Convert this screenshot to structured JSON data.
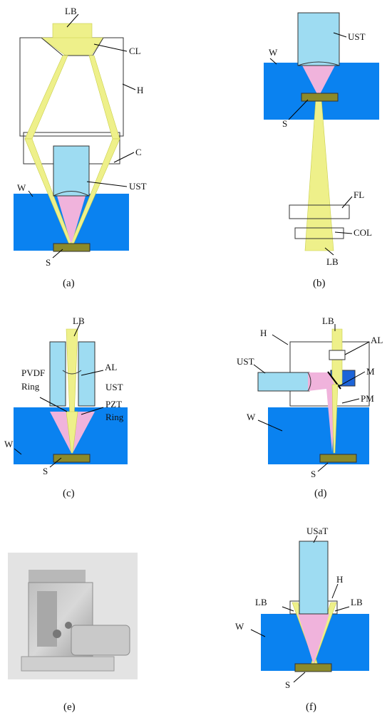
{
  "panels": {
    "a": {
      "caption": "(a)",
      "labels": {
        "lb": "LB",
        "cl": "CL",
        "h": "H",
        "c": "C",
        "ust": "UST",
        "w": "W",
        "s": "S"
      }
    },
    "b": {
      "caption": "(b)",
      "labels": {
        "ust": "UST",
        "w": "W",
        "s": "S",
        "fl": "FL",
        "col": "COL",
        "lb": "LB"
      }
    },
    "c": {
      "caption": "(c)",
      "labels": {
        "lb": "LB",
        "al": "AL",
        "pvdf1": "PVDF",
        "pvdf2": "Ring",
        "ust": "UST",
        "pzt1": "PZT",
        "pzt2": "Ring",
        "w": "W",
        "s": "S"
      }
    },
    "d": {
      "caption": "(d)",
      "labels": {
        "lb": "LB",
        "h": "H",
        "al": "AL",
        "ust": "UST",
        "m": "M",
        "pm": "PM",
        "w": "W",
        "s": "S"
      }
    },
    "e": {
      "caption": "(e)"
    },
    "f": {
      "caption": "(f)",
      "labels": {
        "usat": "USaT",
        "h": "H",
        "lb_left": "LB",
        "lb_right": "LB",
        "w": "W",
        "s": "S"
      }
    }
  },
  "colors": {
    "water": "#0a82f0",
    "transducer": "#9edcf2",
    "beam": "#eef08a",
    "focus": "#f0b3dc",
    "sample": "#8b8a2a"
  }
}
